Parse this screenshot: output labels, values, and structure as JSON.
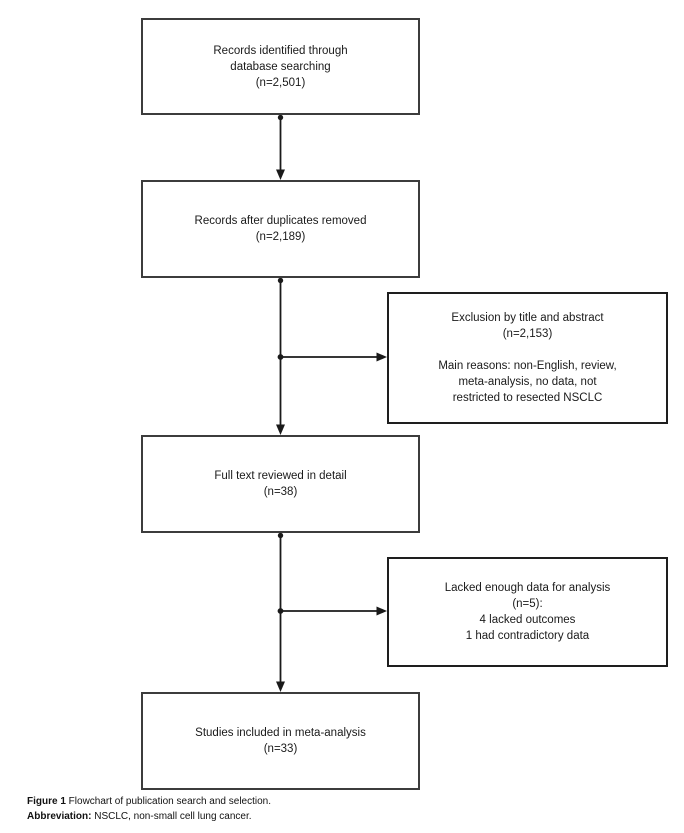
{
  "flowchart": {
    "boxes": {
      "records_identified": {
        "text": "Records identified through\ndatabase searching\n(n=2,501)"
      },
      "duplicates_removed": {
        "text": "Records after duplicates removed\n(n=2,189)"
      },
      "exclusion_title_abstract": {
        "text": "Exclusion by title and abstract\n(n=2,153)\n\nMain reasons: non-English, review,\nmeta-analysis, no data, not\nrestricted to resected NSCLC"
      },
      "full_text_reviewed": {
        "text": "Full text reviewed in detail\n(n=38)"
      },
      "lacked_data": {
        "text": "Lacked enough data for analysis\n(n=5):\n4 lacked outcomes\n1 had contradictory data"
      },
      "included_meta_analysis": {
        "text": "Studies included in meta-analysis\n(n=33)"
      }
    },
    "counts": {
      "identified": "2,501",
      "after_duplicates": "2,189",
      "excluded_by_title_abstract": "2,153",
      "full_text_reviewed": "38",
      "lacked_data": "5",
      "included": "33"
    },
    "colors": {
      "line": "#1a1a1a",
      "box_border": "#3c3c3c",
      "side_box_border": "#1e1e1e",
      "text": "#1a1a1a",
      "background": "#ffffff"
    }
  },
  "caption": {
    "figure_label": "Figure 1",
    "figure_text": " Flowchart of publication search and selection.",
    "abbreviation_label": "Abbreviation:",
    "abbreviation_text": " NSCLC, non-small cell lung cancer."
  }
}
